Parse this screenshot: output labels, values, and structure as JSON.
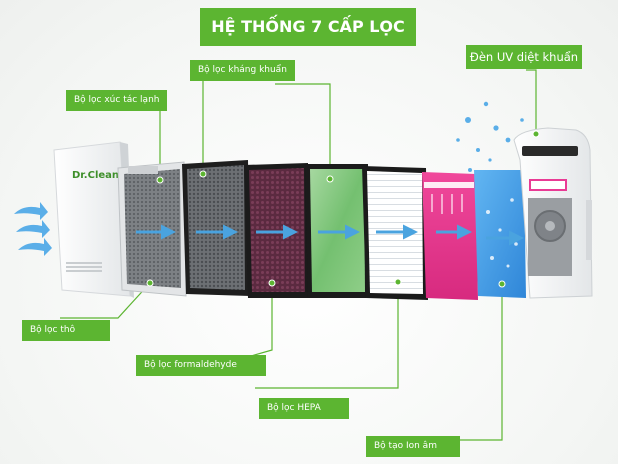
{
  "title": "HỆ THỐNG 7 CẤP LỌC",
  "brand": "Dr.Clean",
  "labels": {
    "khang_khuan": "Bộ lọc kháng khuẩn",
    "xuc_tac_lanh": "Bộ lọc xúc tác lạnh",
    "tho": "Bộ lọc thô",
    "formaldehyde": "Bộ lọc formaldehyde",
    "hepa": "Bộ lọc HEPA",
    "ion_am": "Bộ tạo Ion âm",
    "uv": "Đèn UV diệt khuẩn"
  },
  "colors": {
    "brand_green": "#5cb531",
    "airflow_blue": "#4aa3df",
    "purple_filter": "#6a2f4a",
    "hepa_green": "#7cc67a",
    "pink_filter": "#e7338c",
    "ion_blue": "#3d9be6"
  }
}
